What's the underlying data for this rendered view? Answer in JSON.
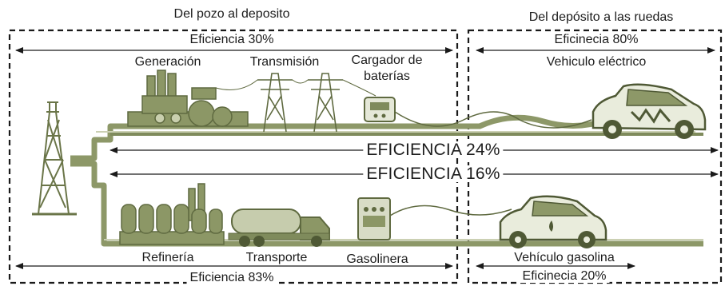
{
  "sections": {
    "well_to_tank": "Del pozo al deposito",
    "tank_to_wheels": "Del depósito a las ruedas"
  },
  "efficiencies": {
    "electric_upstream": "Eficiencia 30%",
    "electric_vehicle": "Eficinecia 80%",
    "electric_total": "EFICIENCIA 24%",
    "gasoline_total": "EFICIENCIA 16%",
    "gasoline_upstream": "Eficiencia 83%",
    "gasoline_vehicle": "Eficinecia 20%"
  },
  "stages": {
    "generation": "Generación",
    "transmission": "Transmisión",
    "charger_line1": "Cargador de",
    "charger_line2": "baterías",
    "electric_vehicle": "Vehiculo eléctrico",
    "refinery": "Refinería",
    "transport": "Transporte",
    "gas_station": "Gasolinera",
    "gasoline_vehicle": "Vehículo gasolina"
  },
  "colors": {
    "illustration": "#7f8b5c",
    "illustration_dark": "#5f6a40",
    "illustration_light": "#b9c09a",
    "frame": "#1a1a1a",
    "text": "#1c1c1c"
  }
}
